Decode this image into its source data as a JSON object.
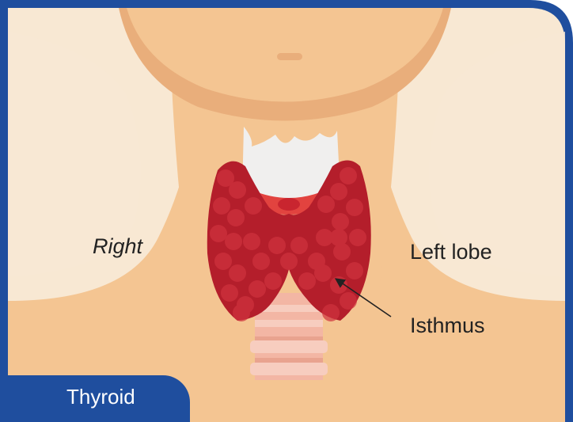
{
  "labels": {
    "right": "Right",
    "left_lobe": "Left lobe",
    "isthmus": "Isthmus"
  },
  "badge": {
    "text": "Thyroid"
  },
  "colors": {
    "frame": "#1f4e9e",
    "skin": "#f4c592",
    "skin_shadow": "#e9ae7b",
    "background": "#f8e8d3",
    "gland": "#b41e2b",
    "gland_highlight": "#d0323e",
    "trachea": "#f3b6a4",
    "cartilage": "#f0efee"
  },
  "icons": {
    "thyroid": "thyroid-gland-illustration",
    "arrow": "pointer-arrow"
  }
}
